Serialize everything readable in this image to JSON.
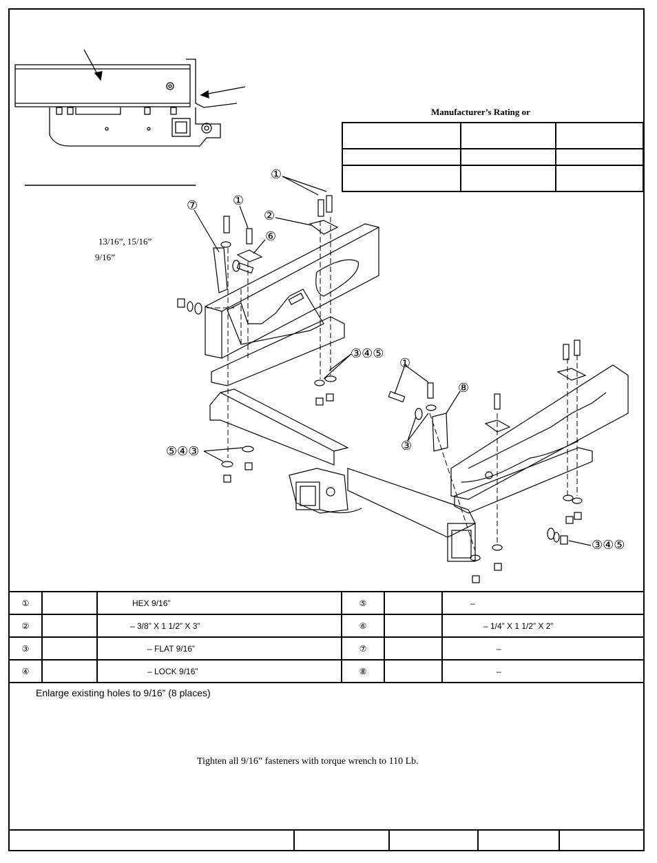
{
  "rating_heading": "Manufacturer’s Rating or",
  "hole_sizes": {
    "line1": "13/16”, 15/16”",
    "line2": "9/16”"
  },
  "callouts": {
    "c1a": "①",
    "c7": "⑦",
    "c1b": "①",
    "c2": "②",
    "c6": "⑥",
    "c345a": "③④⑤",
    "c1c": "①",
    "c8": "⑧",
    "c3": "③",
    "c543": "⑤④③",
    "c345b": "③④⑤"
  },
  "parts": [
    {
      "num": "①",
      "desc": "HEX 9/16”",
      "num2": "⑤",
      "desc2": "–"
    },
    {
      "num": "②",
      "desc": "– 3/8” X 1 1/2” X 3”",
      "num2": "⑥",
      "desc2": "– 1/4” X 1 1/2” X 2”"
    },
    {
      "num": "③",
      "desc": "– FLAT 9/16”",
      "num2": "⑦",
      "desc2": "–"
    },
    {
      "num": "④",
      "desc": "– LOCK 9/16”",
      "num2": "⑧",
      "desc2": "–"
    }
  ],
  "notes": {
    "enlarge": "Enlarge existing holes to 9/16” (8 places)",
    "torque": "Tighten all 9/16” fasteners with torque wrench to 110 Lb."
  }
}
